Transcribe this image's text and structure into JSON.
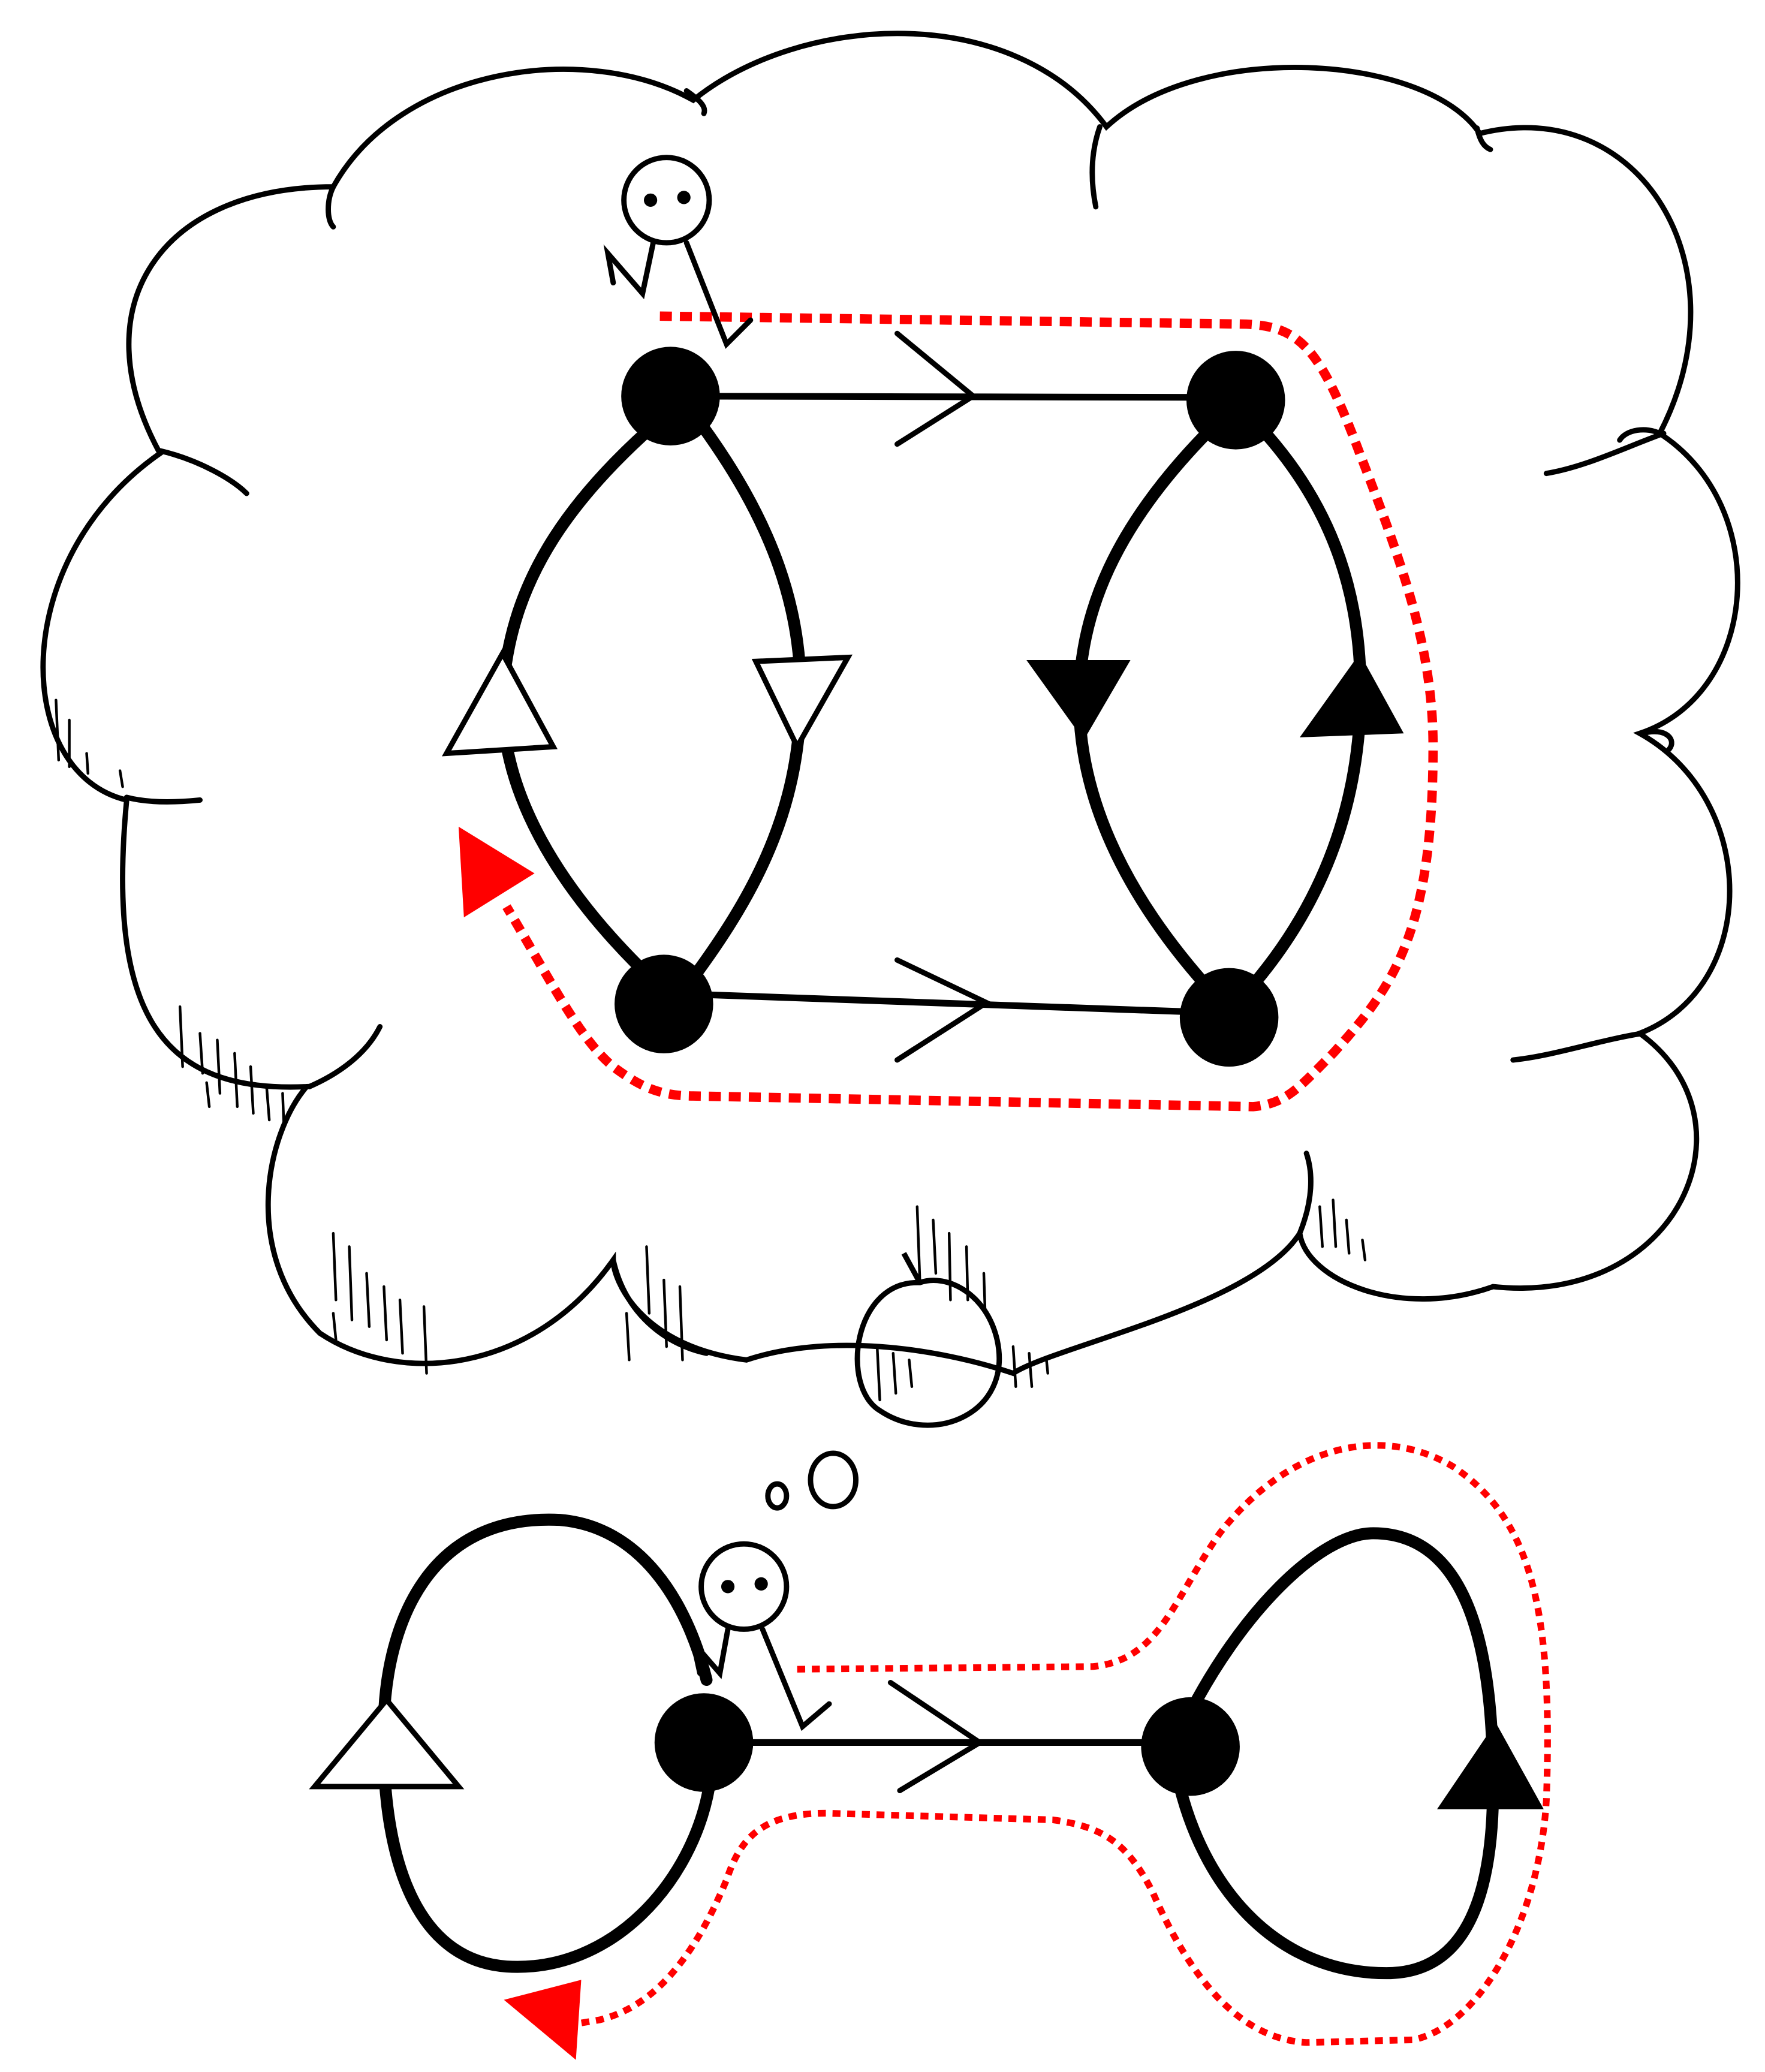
{
  "diagram": {
    "description_free": true,
    "colors": {
      "ink": "#000000",
      "path": "#ff0000",
      "background": "#ffffff"
    },
    "icons": [
      "thought-cloud-icon",
      "thought-bubble-icon",
      "stick-figure-icon",
      "graph-node-icon",
      "hollow-arrowhead-icon",
      "filled-arrowhead-icon",
      "open-chevron-arrow-icon",
      "red-arrowhead-icon"
    ],
    "top_graph": {
      "node_count": 4,
      "edge_count": 6
    },
    "bottom_graph": {
      "node_count": 2,
      "edge_count": 3
    }
  }
}
